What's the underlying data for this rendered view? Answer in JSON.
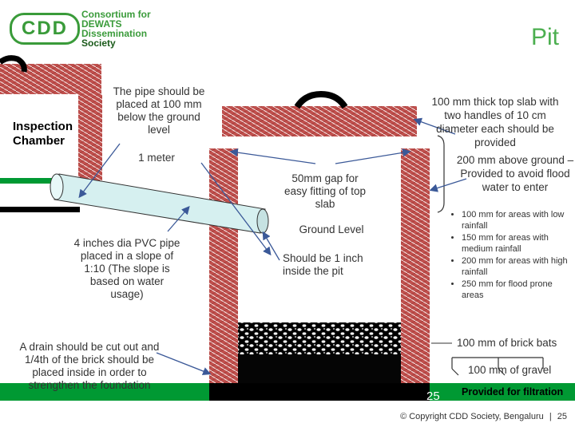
{
  "logo": {
    "mark": "CDD",
    "lines": [
      "Consortium for",
      "DEWATS",
      "Dissemination",
      "Society"
    ]
  },
  "title": "Pit",
  "labels": {
    "inspection_chamber": "Inspection Chamber",
    "pipe_depth_note": "The pipe should be placed at 100 mm below the ground level",
    "one_meter": "1 meter",
    "gap_note": "50mm gap for easy fitting of top slab",
    "ground_level": "Ground Level",
    "inside_pit_note": "Should be 1 inch inside the pit",
    "pvc_pipe_note": "4 inches dia PVC pipe placed in a slope of 1:10 (The slope is based on water usage)",
    "drain_note": "A drain should be cut out and 1/4th of the brick should be placed inside in order to strengthen the foundation",
    "top_slab_note": "100 mm thick top slab with two handles of 10 cm diameter each should be provided",
    "above_ground_note": "200 mm above ground – Provided to avoid flood water to enter",
    "rainfall_bullets": [
      "100 mm for areas with low rainfall",
      "150 mm for areas with medium rainfall",
      "200 mm for areas with high rainfall",
      "250 mm for flood prone areas"
    ],
    "brick_bats": "100 mm of brick bats",
    "gravel": "100 mm of gravel",
    "filtration": "Provided for filtration"
  },
  "footer": {
    "page_number": "25",
    "copyright": "© Copyright CDD Society, Bengaluru",
    "separator": "|",
    "page_right": "25"
  },
  "colors": {
    "brick": "#c0504d",
    "brick_line": "#ffffff",
    "green": "#009933",
    "logo_green": "#3a9b3a",
    "arrow": "#3b5998",
    "pipe": "#d6f0f0",
    "title": "#4caf50"
  }
}
